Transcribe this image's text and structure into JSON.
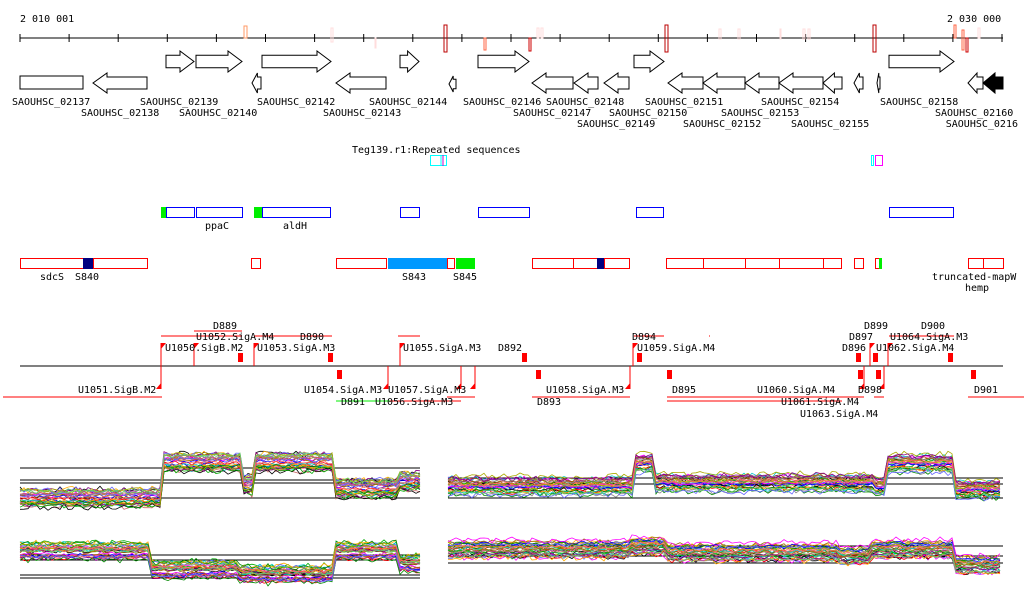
{
  "ruler": {
    "start_label": "2 010 001",
    "end_label": "2 030 000"
  },
  "genes": [
    "SAOUHSC_02137",
    "SAOUHSC_02138",
    "SAOUHSC_02139",
    "SAOUHSC_02140",
    "SAOUHSC_02142",
    "SAOUHSC_02143",
    "SAOUHSC_02144",
    "SAOUHSC_02146",
    "SAOUHSC_02147",
    "SAOUHSC_02148",
    "SAOUHSC_02149",
    "SAOUHSC_02150",
    "SAOUHSC_02151",
    "SAOUHSC_02152",
    "SAOUHSC_02153",
    "SAOUHSC_02154",
    "SAOUHSC_02155",
    "SAOUHSC_02158",
    "SAOUHSC_02160",
    "SAOUHSC_0216"
  ],
  "repeats_label": "Teg139.r1:Repeated sequences",
  "operon_labels": [
    "ppaC",
    "aldH"
  ],
  "segment_labels": [
    "sdcS",
    "S840",
    "S843",
    "S845",
    "truncated-mapW",
    "hemp"
  ],
  "tu_labels": [
    "U1050.SigB.M2",
    "U1052.SigA.M4",
    "U1053.SigA.M3",
    "U1055.SigA.M3",
    "U1059.SigA.M4",
    "U1062.SigA.M4",
    "U1064.SigA.M3",
    "U1051.SigB.M2",
    "U1054.SigA.M3",
    "U1056.SigA.M3",
    "U1057.SigA.M3",
    "U1058.SigA.M3",
    "U1060.SigA.M4",
    "U1061.SigA.M4",
    "U1063.SigA.M4"
  ],
  "d_labels": [
    "D889",
    "D890",
    "D891",
    "D892",
    "D893",
    "D894",
    "D895",
    "D896",
    "D897",
    "D898",
    "D899",
    "D900",
    "D901"
  ],
  "colors": {
    "gene": "#000000",
    "segment": "#ff0000",
    "operon": "#0000ff",
    "sigma_start": "#00ee00",
    "repeat": "#00ffff",
    "dark_block": "#000080",
    "blue_block": "#0099ff"
  }
}
